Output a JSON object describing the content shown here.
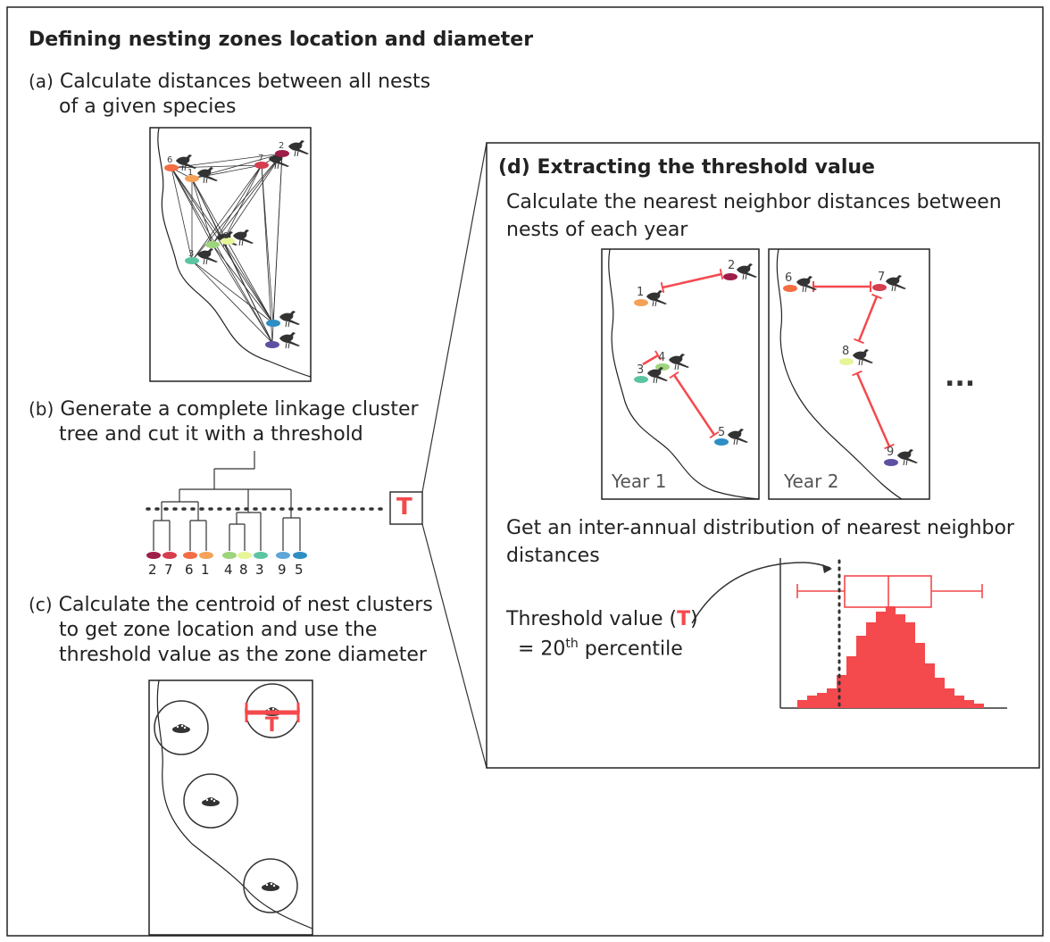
{
  "title": "Defining nesting zones location and diameter",
  "panel_a": {
    "tag": "(a)",
    "text_1": "Calculate distances between all nests",
    "text_2": "of a given species"
  },
  "panel_b": {
    "tag": "(b)",
    "text_1": "Generate a complete linkage cluster",
    "text_2": "tree and cut it with a threshold",
    "leaves": [
      "2",
      "7",
      "6",
      "1",
      "4",
      "8",
      "3",
      "9",
      "5"
    ],
    "threshold_symbol": "T"
  },
  "panel_c": {
    "tag": "(c)",
    "text_1": "Calculate the centroid of nest clusters",
    "text_2": "to get zone location and use the",
    "text_3": "threshold value as the zone diameter",
    "diameter_symbol": "T"
  },
  "panel_d": {
    "title": "(d) Extracting the threshold value",
    "text_1": "Calculate the nearest neighbor distances between",
    "text_2": "nests of each year",
    "year_1": "Year 1",
    "year_2": "Year 2",
    "ellipsis": "...",
    "text_3": "Get an inter-annual distribution of nearest neighbor",
    "text_4": "distances",
    "threshold_prefix": "Threshold value (",
    "threshold_symbol": "T",
    "threshold_suffix": ")",
    "percentile_prefix": "= 20",
    "percentile_sup": "th",
    "percentile_suffix": " percentile",
    "year1_nests": [
      "1",
      "2",
      "4",
      "3",
      "5"
    ],
    "year2_nests": [
      "6",
      "7",
      "8",
      "9"
    ]
  },
  "colors": {
    "accent": "#f4494d",
    "nest_1": "#f4a259",
    "nest_2": "#9e1d4a",
    "nest_3": "#5cc4a0",
    "nest_4": "#9ed47c",
    "nest_5": "#2e8ec4",
    "nest_6": "#f46d43",
    "nest_7": "#d53e4f",
    "nest_8": "#e6f598",
    "nest_9": "#5e4fa2",
    "bird": "#333333"
  }
}
